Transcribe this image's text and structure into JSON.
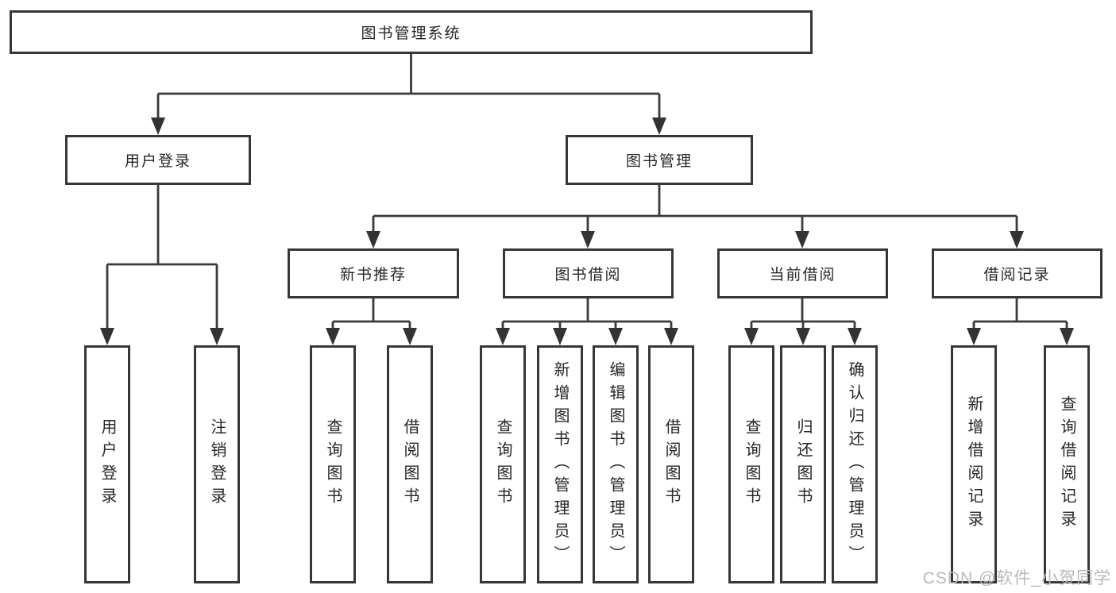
{
  "root": {
    "label": "图书管理系统"
  },
  "level2": [
    {
      "label": "用户登录"
    },
    {
      "label": "图书管理"
    }
  ],
  "level3": [
    {
      "label": "新书推荐",
      "parent": "图书管理"
    },
    {
      "label": "图书借阅",
      "parent": "图书管理"
    },
    {
      "label": "当前借阅",
      "parent": "图书管理"
    },
    {
      "label": "借阅记录",
      "parent": "图书管理"
    }
  ],
  "leaves": [
    {
      "label": "用户登录",
      "parent": "用户登录"
    },
    {
      "label": "注销登录",
      "parent": "用户登录"
    },
    {
      "label": "查询图书",
      "parent": "新书推荐"
    },
    {
      "label": "借阅图书",
      "parent": "新书推荐"
    },
    {
      "label": "查询图书",
      "parent": "图书借阅"
    },
    {
      "label": "新增图书（管理员）",
      "parent": "图书借阅"
    },
    {
      "label": "编辑图书（管理员）",
      "parent": "图书借阅"
    },
    {
      "label": "借阅图书",
      "parent": "图书借阅"
    },
    {
      "label": "查询图书",
      "parent": "当前借阅"
    },
    {
      "label": "归还图书",
      "parent": "当前借阅"
    },
    {
      "label": "确认归还（管理员）",
      "parent": "当前借阅"
    },
    {
      "label": "新增借阅记录",
      "parent": "借阅记录"
    },
    {
      "label": "查询借阅记录",
      "parent": "借阅记录"
    }
  ],
  "watermark": {
    "text": "CSDN @软件_小贺同学"
  },
  "colors": {
    "line": "#3a3a3a",
    "border": "#373737",
    "text": "#262626",
    "watermark": "#b9b9b9",
    "background": "#ffffff"
  }
}
